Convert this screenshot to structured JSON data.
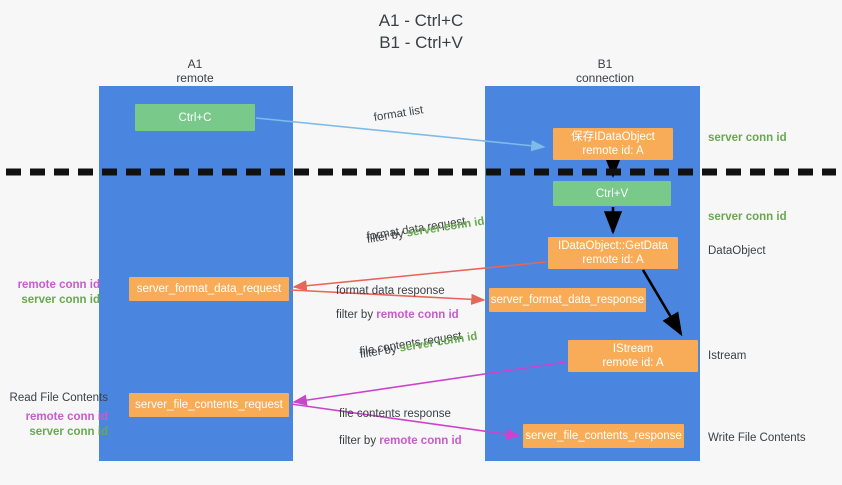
{
  "title": "A1 - Ctrl+C\nB1 - Ctrl+V",
  "lanes": [
    {
      "id": "a1",
      "name": "A1",
      "role": "remote",
      "header": "A1\nremote"
    },
    {
      "id": "b1",
      "name": "B1",
      "role": "connection",
      "header": "B1\nconnection"
    }
  ],
  "boxes": {
    "ctrl_c": {
      "label": "Ctrl+C",
      "color": "#79c98a"
    },
    "idataobject": {
      "line1": "保存IDataObject",
      "line2": "remote id: A",
      "color": "#f9ac57"
    },
    "ctrl_v": {
      "label": "Ctrl+V",
      "color": "#79c98a"
    },
    "getdata": {
      "line1": "IDataObject::GetData",
      "line2": "remote id: A",
      "color": "#f9ac57"
    },
    "istream": {
      "line1": "IStream",
      "line2": "remote id: A",
      "color": "#f9ac57"
    },
    "server_format_data_request": {
      "label": "server_format_data_request",
      "color": "#f9ac57"
    },
    "server_format_data_response": {
      "label": "server_format_data_response",
      "color": "#f9ac57"
    },
    "server_file_contents_request": {
      "label": "server_file_contents_request",
      "color": "#f9ac57"
    },
    "server_file_contents_response": {
      "label": "server_file_contents_response",
      "color": "#f9ac57"
    }
  },
  "edge_labels": {
    "format_list": "format list",
    "format_data_request": {
      "line1": "format data request",
      "prefix": "filter by ",
      "token": "server conn id",
      "token_color": "#6aa84f"
    },
    "format_data_response": {
      "line1": "format data response",
      "prefix": "filter by ",
      "token": "remote conn id",
      "token_color": "#c85ccc"
    },
    "file_contents_request": {
      "line1": "file contents request",
      "prefix": "filter by ",
      "token": "server conn id",
      "token_color": "#6aa84f"
    },
    "file_contents_response": {
      "line1": "file contents response",
      "prefix": "filter by ",
      "token": "remote conn id",
      "token_color": "#c85ccc"
    }
  },
  "right_annotations": [
    {
      "id": "server-conn-id-1",
      "text": "server conn id",
      "color": "#6aa84f",
      "bold": true
    },
    {
      "id": "server-conn-id-2",
      "text": "server conn id",
      "color": "#6aa84f",
      "bold": true
    },
    {
      "id": "dataobject",
      "text": "DataObject",
      "color": "#3c4043",
      "bold": false
    },
    {
      "id": "istream",
      "text": "Istream",
      "color": "#3c4043",
      "bold": false
    },
    {
      "id": "write-file-contents",
      "text": "Write File Contents",
      "color": "#3c4043",
      "bold": false
    }
  ],
  "left_annotations": {
    "middle": {
      "remote": "remote conn id",
      "server": "server conn id"
    },
    "lower": {
      "header": "Read File Contents",
      "remote": "remote conn id",
      "server": "server conn id"
    }
  },
  "colors": {
    "lane": "#4a86e0",
    "green_box": "#79c98a",
    "orange_box": "#f9ac57",
    "green_text": "#6aa84f",
    "magenta_text": "#c85ccc",
    "arrow_blue": "#7fbbe8",
    "arrow_red": "#e8655a",
    "arrow_magenta": "#cc44cc",
    "arrow_black": "#000000",
    "background": "#f7f7f7",
    "divider": "#111111"
  }
}
